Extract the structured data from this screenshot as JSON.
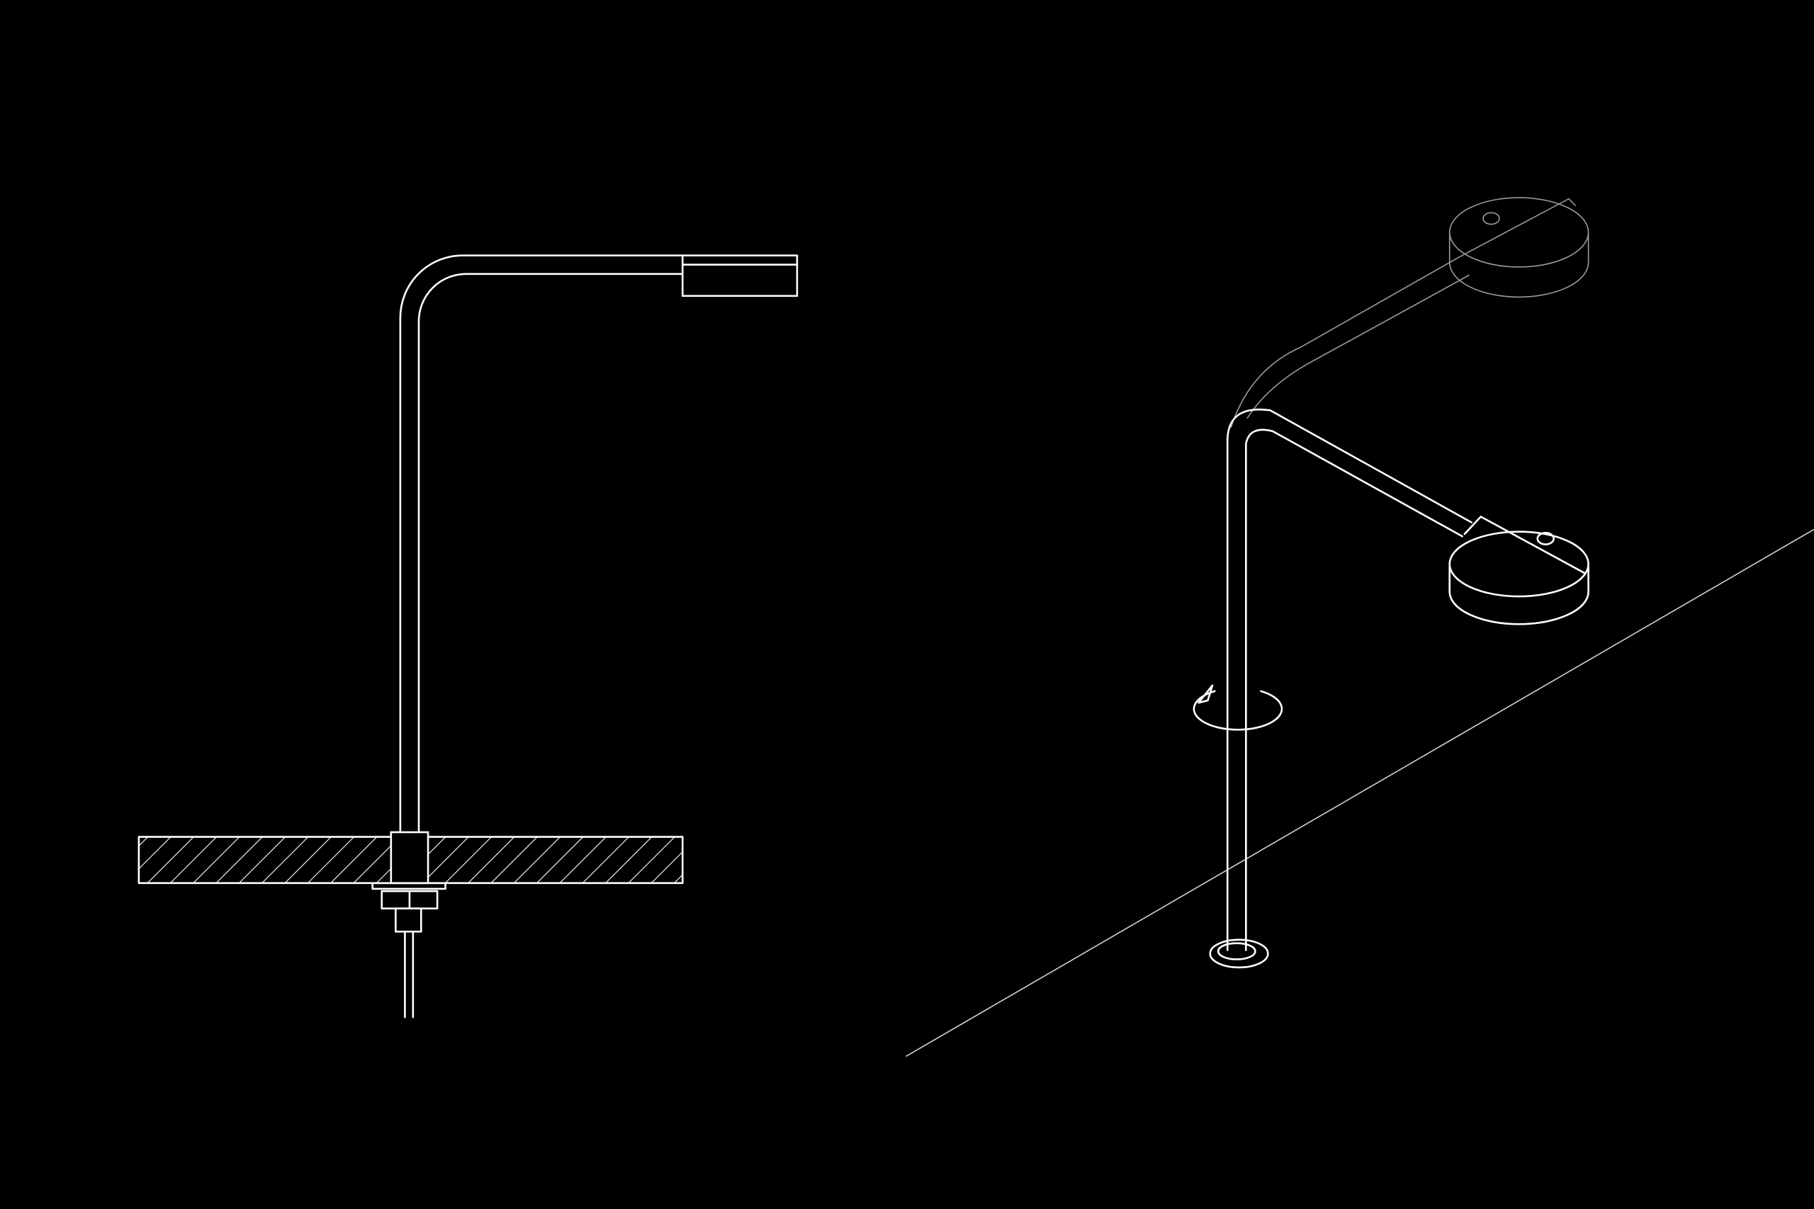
{
  "drawing": {
    "background": "#000000",
    "line_color": "#ffffff",
    "ghost_line_color": "#9a9a9a",
    "views": [
      {
        "name": "section-view",
        "subject": "faucet-mounted-through-countertop"
      },
      {
        "name": "isometric-view",
        "subject": "swivel-faucet-with-rotation-arrow"
      }
    ]
  }
}
